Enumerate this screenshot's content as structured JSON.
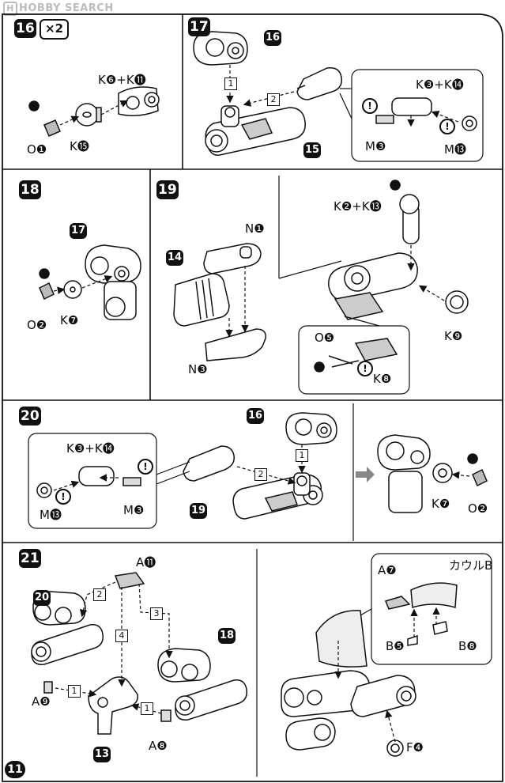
{
  "watermark": "HOBBY SEARCH",
  "page_number": "11",
  "steps": {
    "s16": {
      "number": "16",
      "quantity": "×2",
      "labels": [
        "K❻+K⓫",
        "K⓯",
        "O❶"
      ]
    },
    "s17": {
      "number": "17",
      "ref": "16",
      "ref2": "15",
      "arrows": [
        "1",
        "2"
      ],
      "labels": [
        "K❸+K⓮",
        "M❸",
        "M⓭"
      ]
    },
    "s18": {
      "number": "18",
      "ref": "17",
      "labels": [
        "O❷",
        "K❼"
      ]
    },
    "s19": {
      "number": "19",
      "ref": "14",
      "labels": [
        "N❶",
        "N❸",
        "K❷+K⓭",
        "K❾",
        "O❺",
        "K❽"
      ]
    },
    "s20": {
      "number": "20",
      "ref": "16",
      "ref2": "19",
      "arrows": [
        "1",
        "2"
      ],
      "labels": [
        "K❸+K⓮",
        "M⓭",
        "M❸",
        "K❼",
        "O❷"
      ]
    },
    "s21": {
      "number": "21",
      "ref": "20",
      "ref2": "18",
      "ref3": "13",
      "arrows": [
        "2",
        "3",
        "4",
        "1",
        "1"
      ],
      "labels": [
        "A⓫",
        "A❾",
        "A❽",
        "A❼",
        "カウルB",
        "B❺",
        "B❽",
        "F❹"
      ]
    }
  }
}
